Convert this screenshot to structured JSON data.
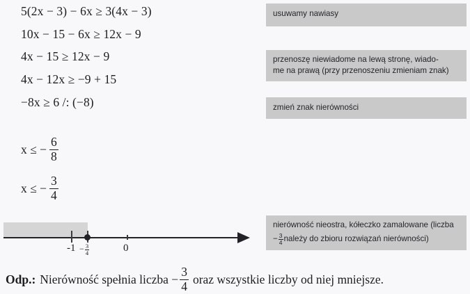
{
  "problem": {
    "steps": [
      {
        "id": "step-1",
        "text": "5(2x − 3) − 6x ≥ 3(4x − 3)"
      },
      {
        "id": "step-2",
        "text": "10x − 15 − 6x ≥ 12x − 9"
      },
      {
        "id": "step-3",
        "text": "4x − 15 ≥ 12x − 9"
      },
      {
        "id": "step-4",
        "text": "4x − 12x ≥ −9 + 15"
      },
      {
        "id": "step-5",
        "text": "−8x ≥ 6          /: (−8)"
      }
    ],
    "fraction_steps": [
      {
        "id": "step-6",
        "lead": "x ≤ −",
        "numerator": "6",
        "denominator": "8"
      },
      {
        "id": "step-7",
        "lead": "x ≤ −",
        "numerator": "3",
        "denominator": "4"
      }
    ]
  },
  "notes": [
    {
      "id": "note-remove-parentheses",
      "lines": [
        "usuwamy nawiasy"
      ]
    },
    {
      "id": "note-move-terms",
      "lines": [
        "przenoszę niewiadome na lewą stronę, wiado-",
        "me na prawą (przy przenoszeniu zmieniam znak)"
      ]
    },
    {
      "id": "note-change-sign",
      "lines": [
        "zmień znak nierówności"
      ]
    },
    {
      "id": "note-closed-circle",
      "line1": "nierówność nieostra, kółeczko zamalowane (liczba",
      "line2_prefix": "−",
      "line2_numerator": "3",
      "line2_denominator": "4",
      "line2_suffix": "należy do zbioru rozwiązań nierówności)"
    }
  ],
  "number_line": {
    "labels": {
      "minus_one": "-1",
      "fraction_sign": "−",
      "fraction_numerator": "3",
      "fraction_denominator": "4",
      "zero": "0"
    }
  },
  "answer": {
    "label": "Odp.:",
    "text_before": "Nierówność spełnia liczba −",
    "numerator": "3",
    "denominator": "4",
    "text_after": "oraz wszystkie liczby od niej mniejsze."
  },
  "colors": {
    "page_background": "#f8f7f9",
    "note_background": "#c9c9c9",
    "shade": "#d5d5d5",
    "ink": "#1d1d1f"
  }
}
